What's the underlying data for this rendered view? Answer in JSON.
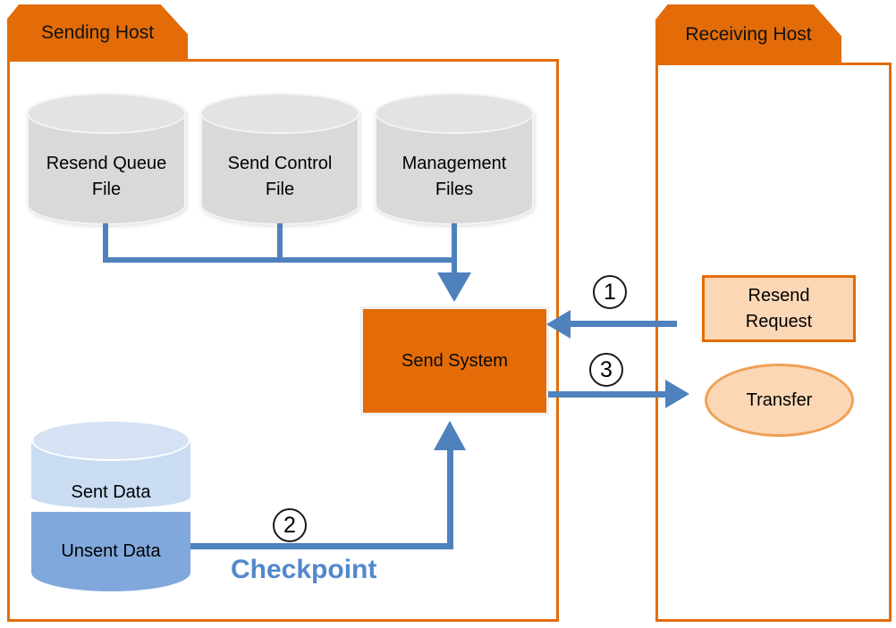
{
  "sending": {
    "title": "Sending Host",
    "send_system_label": "Send System",
    "sent_label": "Sent Data",
    "unsent_label": "Unsent Data",
    "checkpoint_label": "Checkpoint"
  },
  "cylinders": [
    {
      "label": "Resend Queue File"
    },
    {
      "label": "Send Control File"
    },
    {
      "label": "Management Files"
    }
  ],
  "receiving": {
    "title": "Receiving Host",
    "resend_request_label": "Resend Request",
    "transfer_label": "Transfer"
  },
  "steps": {
    "one": "1",
    "two": "2",
    "three": "3"
  },
  "colors": {
    "accent_orange": "#E36C09",
    "peach_fill": "#FBD7B5",
    "transfer_border": "#F0A055",
    "arrow_blue": "#4F81BD",
    "checkpoint_blue": "#5288CC",
    "gray_fill": "#D9D9D9",
    "light_blue": "#C9DCF2",
    "medium_blue": "#80A8DC"
  }
}
